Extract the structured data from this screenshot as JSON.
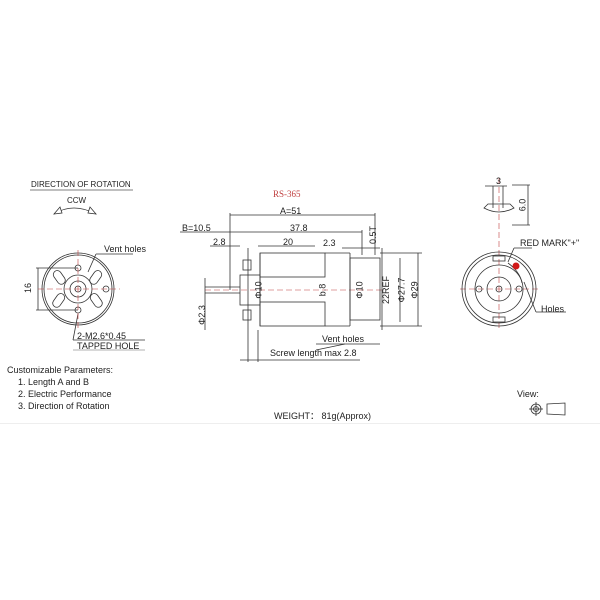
{
  "title": "RS-365",
  "rotation": {
    "heading": "DIRECTION OF ROTATION",
    "direction": "CCW"
  },
  "front_view": {
    "vent_label": "Vent holes",
    "dim_16": "16",
    "tapped_hole_line1": "2-M2.6*0.45",
    "tapped_hole_line2": "TAPPED HOLE"
  },
  "side_view": {
    "dim_A": "A=51",
    "dim_B": "B=10.5",
    "dim_37_8": "37.8",
    "dim_2_8": "2.8",
    "dim_20": "20",
    "dim_2_3": "2.3",
    "dim_0_5T": "0.5T",
    "dim_shaft": "Φ2.3",
    "dim_phi10_left": "Φ10",
    "dim_b8": "b.8",
    "dim_phi10_right": "Φ10",
    "dim_22ref": "22REF",
    "dim_27_7": "Φ27.7",
    "dim_29": "Φ29",
    "vent_label": "Vent holes",
    "screw_label": "Screw length max 2.8"
  },
  "rear_view": {
    "dim_3": "3",
    "dim_6": "6.0",
    "red_mark_label": "RED MARK\"+\"",
    "holes_label": "Holes",
    "red_mark_color": "#d01818"
  },
  "params": {
    "heading": "Customizable Parameters:",
    "items": [
      "1. Length A and B",
      "2. Electric Performance",
      "3. Direction of Rotation"
    ]
  },
  "weight": "WEIGHT： 81g(Approx)",
  "view_label": "View:"
}
